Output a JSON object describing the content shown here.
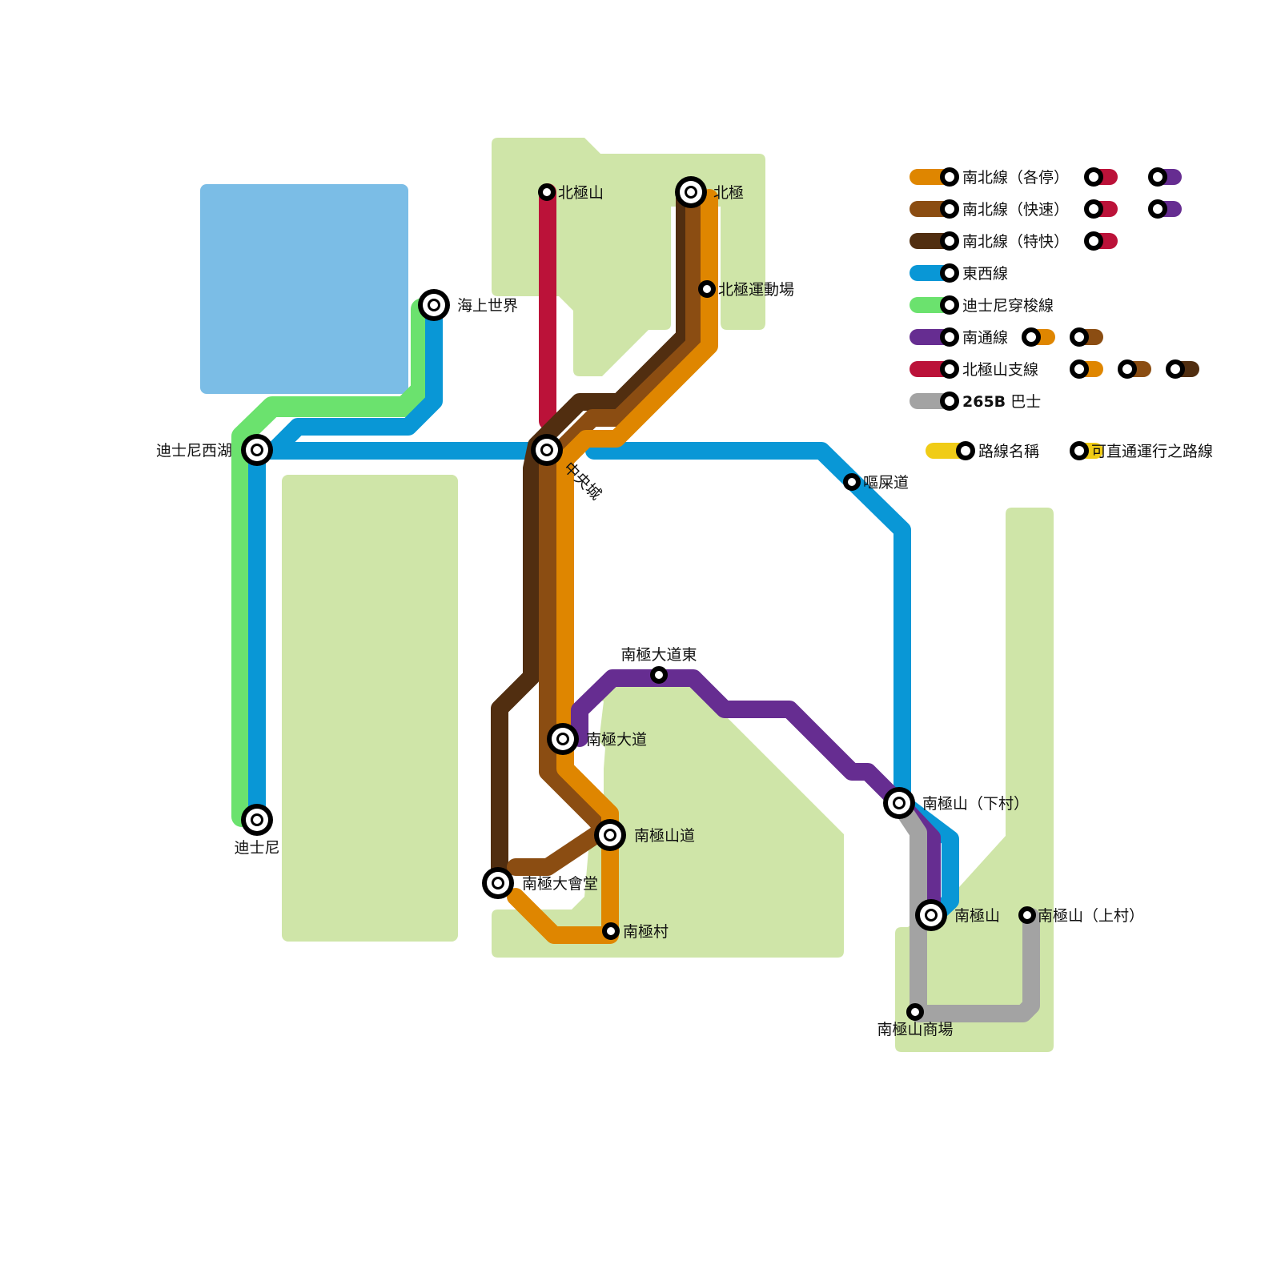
{
  "colors": {
    "water": "#7bbde6",
    "park": "#cfe5a8",
    "ns_local": "#df8600",
    "ns_rapid": "#8b4d12",
    "ns_express": "#512e10",
    "east_west": "#0997d6",
    "disney": "#6be26e",
    "south_tong": "#662d91",
    "north_pole_branch": "#bb1239",
    "bus_265b": "#a3a3a3",
    "legend_example": "#f0cc16"
  },
  "lines": [
    {
      "id": "ns_local",
      "name": "南北線（各停）"
    },
    {
      "id": "ns_rapid",
      "name": "南北線（快速）"
    },
    {
      "id": "ns_express",
      "name": "南北線（特快）"
    },
    {
      "id": "east_west",
      "name": "東西線"
    },
    {
      "id": "disney",
      "name": "迪士尼穿梭線"
    },
    {
      "id": "south_tong",
      "name": "南通線"
    },
    {
      "id": "north_pole_branch",
      "name": "北極山支線"
    },
    {
      "id": "bus_265b",
      "name_bold": "265B",
      "name_rest": " 巴士"
    }
  ],
  "legend": {
    "key_label": "路線名稱",
    "through_service_char": "可",
    "through_service_rest": "直通運行之路線",
    "through_service": {
      "ns_local": [
        "north_pole_branch",
        "south_tong"
      ],
      "ns_rapid": [
        "north_pole_branch",
        "south_tong"
      ],
      "ns_express": [
        "north_pole_branch"
      ],
      "south_tong": [
        "ns_local",
        "ns_rapid"
      ],
      "north_pole_branch": [
        "ns_local",
        "ns_rapid",
        "ns_express"
      ]
    }
  },
  "stations": {
    "beiji_shan": "北極山",
    "beiji": "北極",
    "beiji_stadium": "北極運動場",
    "ocean_world": "海上世界",
    "disney_west_lake": "迪士尼西湖",
    "central": "中央城",
    "oupi_road": "嘔屎道",
    "disney": "迪士尼",
    "nanji_avenue_east": "南極大道東",
    "nanji_avenue": "南極大道",
    "nanji_shan_road": "南極山道",
    "nanji_hall": "南極大會堂",
    "nanji_village": "南極村",
    "nanji_shan_lower": "南極山（下村）",
    "nanji_shan": "南極山",
    "nanji_shan_upper": "南極山（上村）",
    "nanji_shan_mall": "南極山商場"
  }
}
